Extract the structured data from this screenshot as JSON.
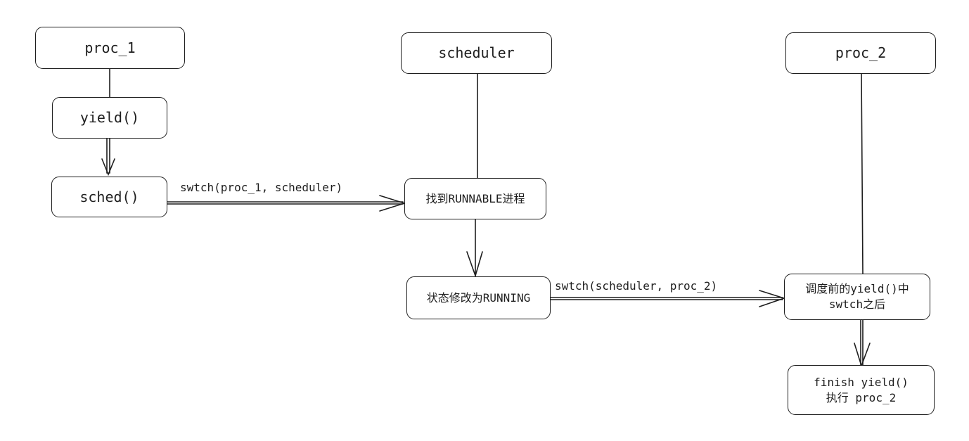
{
  "nodes": {
    "proc1": "proc_1",
    "yield": "yield()",
    "sched": "sched()",
    "scheduler": "scheduler",
    "find_runnable": "找到RUNNABLE进程",
    "set_running": "状态修改为RUNNING",
    "proc2": "proc_2",
    "after_swtch_line1": "调度前的yield()中",
    "after_swtch_line2": "swtch之后",
    "finish_line1": "finish yield()",
    "finish_line2": "执行 proc_2"
  },
  "edges": {
    "swtch_to_scheduler": "swtch(proc_1, scheduler)",
    "swtch_to_proc2": "swtch(scheduler, proc_2)"
  },
  "colors": {
    "stroke": "#1e1e1e",
    "background": "#ffffff"
  }
}
